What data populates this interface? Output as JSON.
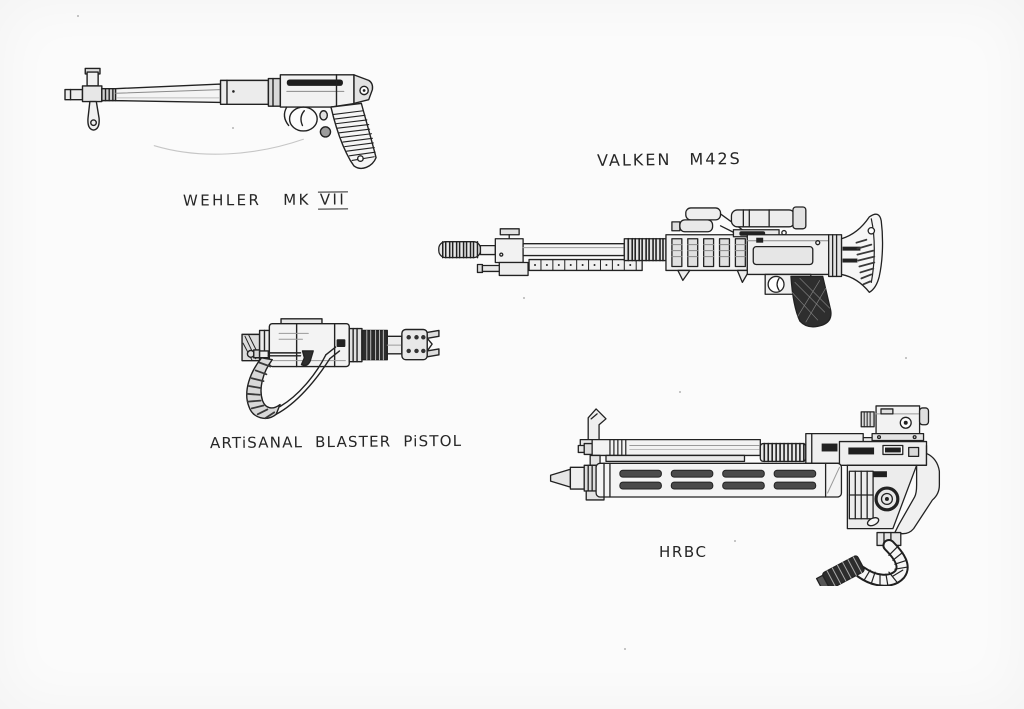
{
  "page": {
    "background_color": "#fbfbfb",
    "ink_color": "#1f1f1f"
  },
  "weapons": [
    {
      "id": "wehler-mk-vii",
      "label_name": "WEHLER",
      "label_mark": "MK",
      "label_numeral": "VII"
    },
    {
      "id": "valken-m42s",
      "label": "VALKEN M42S"
    },
    {
      "id": "artisanal-blaster-pistol",
      "label": "ARTiSANAL BLASTER PiSTOL"
    },
    {
      "id": "hrbc",
      "label": "HRBC"
    }
  ]
}
